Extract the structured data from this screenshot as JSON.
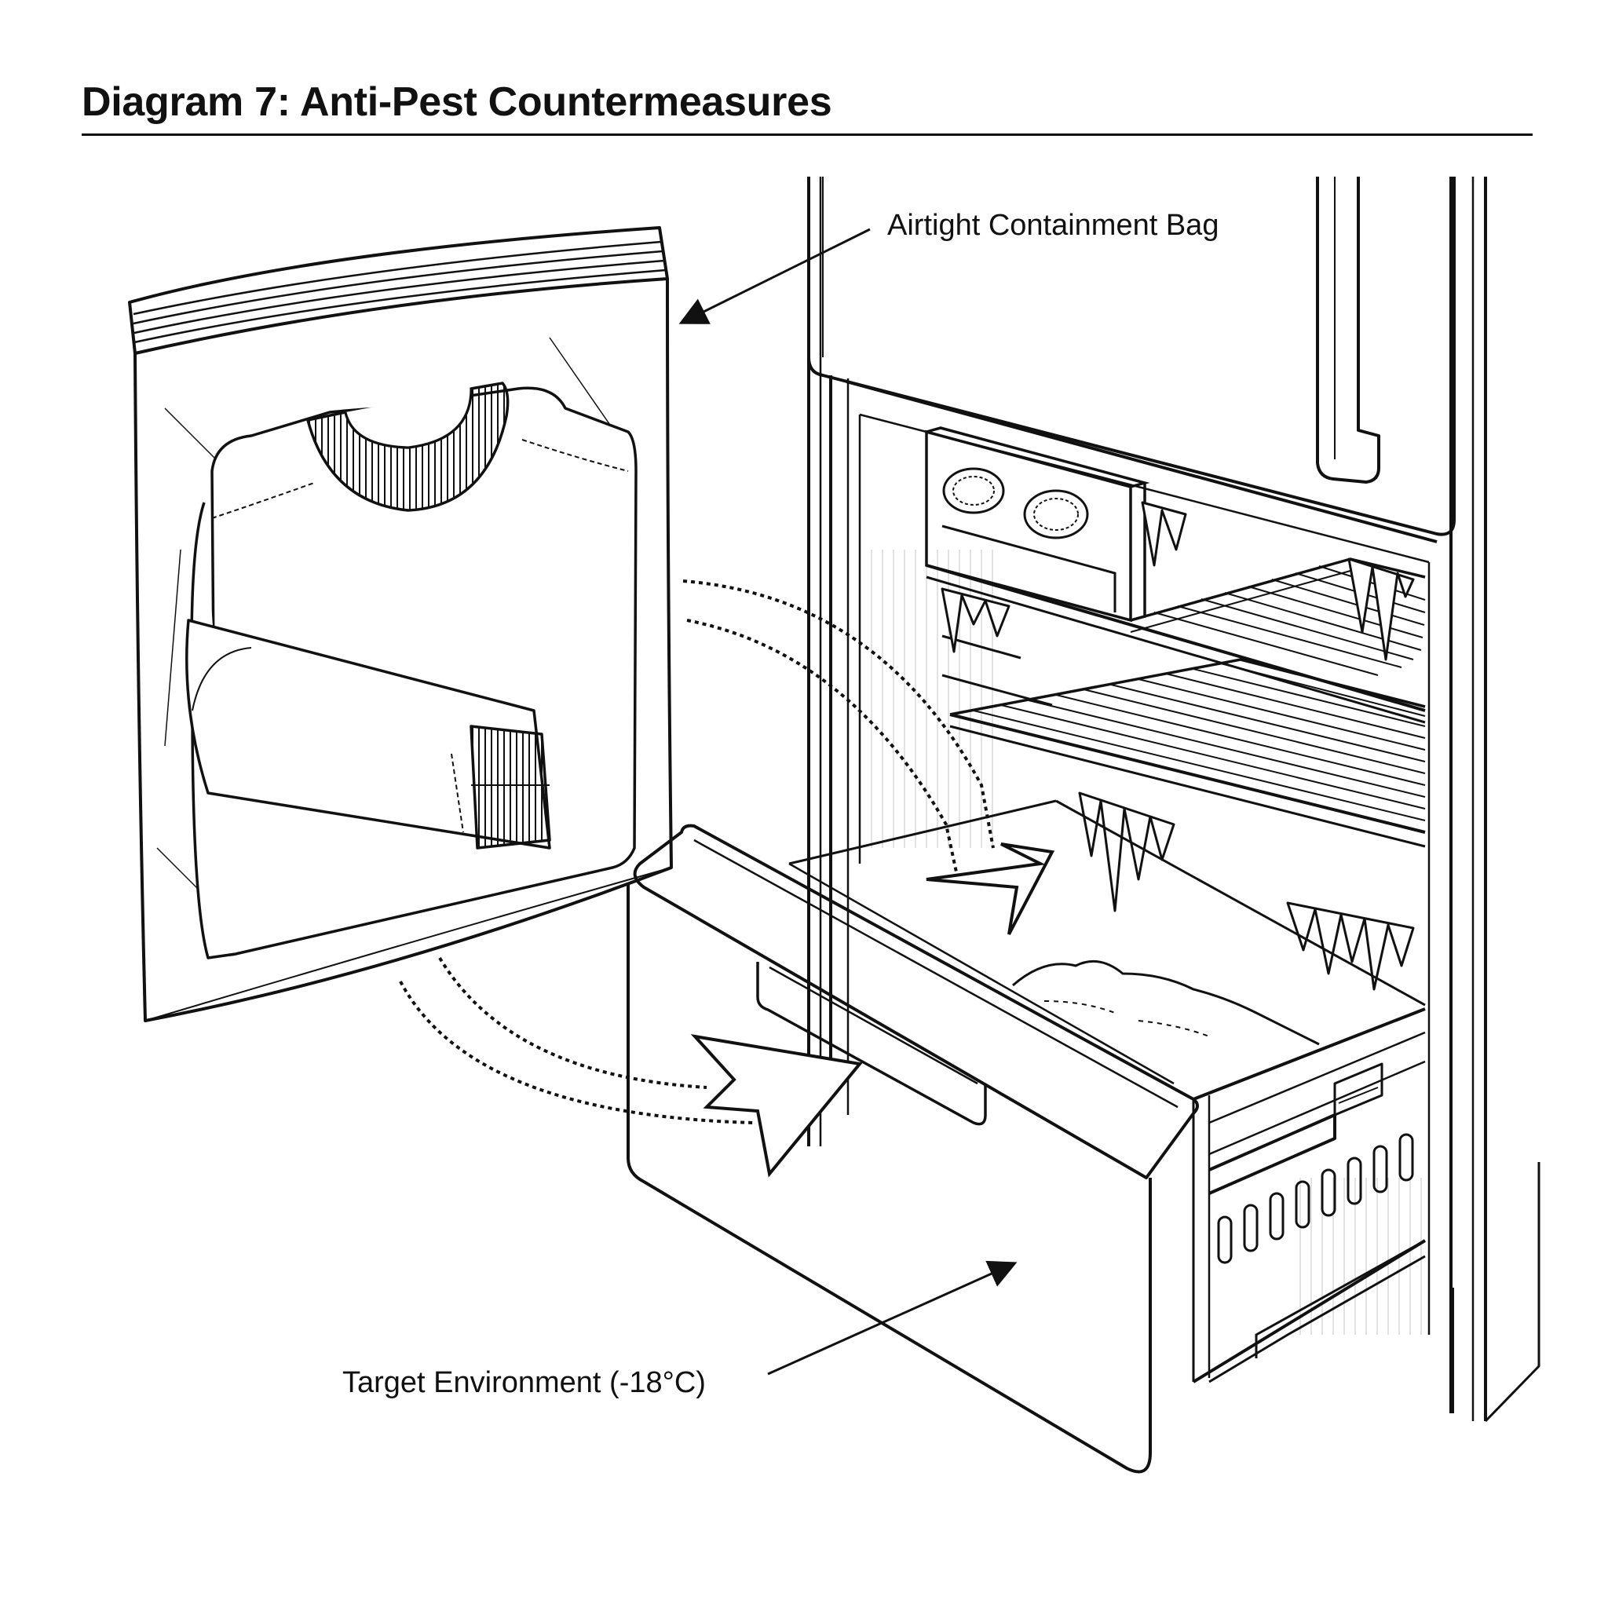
{
  "diagram": {
    "title": "Diagram 7: Anti-Pest Countermeasures",
    "labels": {
      "bag": "Airtight Containment Bag",
      "target": "Target Environment (-18°C)"
    },
    "colors": {
      "ink": "#111111",
      "background": "#ffffff"
    }
  }
}
